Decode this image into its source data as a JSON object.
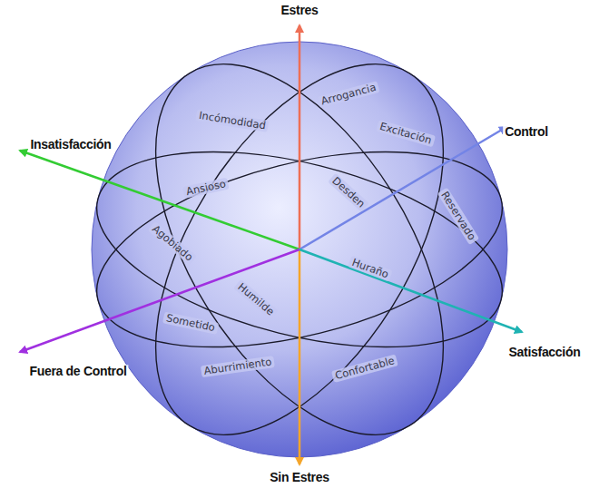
{
  "diagram": {
    "labels": [
      "Estres",
      "Control",
      "Insatisfacción",
      "Satisfacción",
      "Fuera de Control",
      "Sin Estres",
      "Incómodidad",
      "Arrogancia",
      "Excitación",
      "Ansioso",
      "Desden",
      "Reservado",
      "Agobiado",
      "Huraño",
      "Humilde",
      "Sometido",
      "Aburrimiento",
      "Confortable"
    ]
  }
}
